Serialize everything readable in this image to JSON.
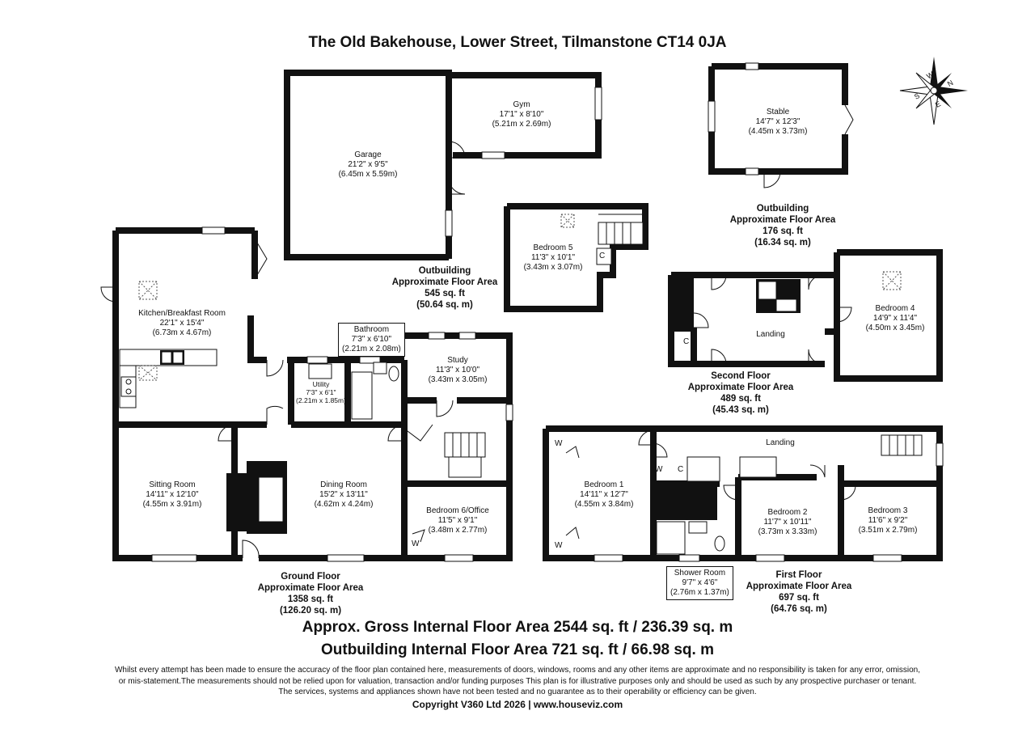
{
  "title": "The Old Bakehouse, Lower Street, Tilmanstone CT14 0JA",
  "compass": {
    "n": "N",
    "e": "E",
    "s": "S",
    "w": "W"
  },
  "rooms": {
    "gym": {
      "name": "Gym",
      "imperial": "17'1\" x 8'10\"",
      "metric": "(5.21m x 2.69m)"
    },
    "garage": {
      "name": "Garage",
      "imperial": "21'2\" x 9'5\"",
      "metric": "(6.45m x 5.59m)"
    },
    "stable": {
      "name": "Stable",
      "imperial": "14'7\" x 12'3\"",
      "metric": "(4.45m x 3.73m)"
    },
    "bedroom5": {
      "name": "Bedroom 5",
      "imperial": "11'3\" x 10'1\"",
      "metric": "(3.43m x 3.07m)"
    },
    "bedroom4": {
      "name": "Bedroom 4",
      "imperial": "14'9\" x 11'4\"",
      "metric": "(4.50m x 3.45m)"
    },
    "landing2": {
      "name": "Landing"
    },
    "kitchen": {
      "name": "Kitchen/Breakfast Room",
      "imperial": "22'1\" x 15'4\"",
      "metric": "(6.73m x 4.67m)"
    },
    "bathroom": {
      "name": "Bathroom",
      "imperial": "7'3\" x 6'10\"",
      "metric": "(2.21m x 2.08m)"
    },
    "utility": {
      "name": "Utility",
      "imperial": "7'3\" x 6'1\"",
      "metric": "(2.21m x 1.85m)"
    },
    "study": {
      "name": "Study",
      "imperial": "11'3\" x 10'0\"",
      "metric": "(3.43m x 3.05m)"
    },
    "sitting": {
      "name": "Sitting Room",
      "imperial": "14'11\" x 12'10\"",
      "metric": "(4.55m x 3.91m)"
    },
    "dining": {
      "name": "Dining Room",
      "imperial": "15'2\" x 13'11\"",
      "metric": "(4.62m x 4.24m)"
    },
    "bedroom6": {
      "name": "Bedroom 6/Office",
      "imperial": "11'5\" x 9'1\"",
      "metric": "(3.48m x 2.77m)"
    },
    "bedroom1": {
      "name": "Bedroom 1",
      "imperial": "14'11\" x 12'7\"",
      "metric": "(4.55m x 3.84m)"
    },
    "bedroom2": {
      "name": "Bedroom 2",
      "imperial": "11'7\" x 10'11\"",
      "metric": "(3.73m x 3.33m)"
    },
    "bedroom3": {
      "name": "Bedroom 3",
      "imperial": "11'6\" x 9'2\"",
      "metric": "(3.51m x 2.79m)"
    },
    "landing1": {
      "name": "Landing"
    },
    "shower": {
      "name": "Shower Room",
      "imperial": "9'7\" x 4'6\"",
      "metric": "(2.76m x 1.37m)"
    }
  },
  "markers": {
    "cupboard": "C",
    "wardrobe": "W"
  },
  "areas": {
    "outbuilding_garage": {
      "l1": "Outbuilding",
      "l2": "Approximate Floor Area",
      "l3": "545 sq. ft",
      "l4": "(50.64 sq. m)"
    },
    "outbuilding_stable": {
      "l1": "Outbuilding",
      "l2": "Approximate Floor Area",
      "l3": "176 sq. ft",
      "l4": "(16.34 sq. m)"
    },
    "second": {
      "l1": "Second Floor",
      "l2": "Approximate Floor Area",
      "l3": "489 sq. ft",
      "l4": "(45.43 sq. m)"
    },
    "ground": {
      "l1": "Ground Floor",
      "l2": "Approximate Floor Area",
      "l3": "1358 sq. ft",
      "l4": "(126.20 sq. m)"
    },
    "first": {
      "l1": "First Floor",
      "l2": "Approximate Floor Area",
      "l3": "697 sq. ft",
      "l4": "(64.76 sq. m)"
    }
  },
  "totals": {
    "gross": "Approx. Gross Internal Floor Area 2544 sq. ft / 236.39 sq. m",
    "outbuilding": "Outbuilding Internal Floor Area 721 sq. ft / 66.98 sq. m"
  },
  "disclaimer": {
    "line1": "Whilst every attempt has been made to ensure the accuracy of the floor plan contained here, measurements of doors, windows, rooms and any other items are approximate and no responsibility is taken for any error, omission,",
    "line2": "or mis-statement.The measurements should not be relied upon for valuation, transaction and/or funding purposes This plan is for illustrative purposes only and should be used as such by any prospective purchaser or tenant.",
    "line3": "The services, systems and appliances shown have not been tested and no guarantee as to their operability or efficiency can be given."
  },
  "copyright": "Copyright V360 Ltd 2026 | www.houseviz.com"
}
